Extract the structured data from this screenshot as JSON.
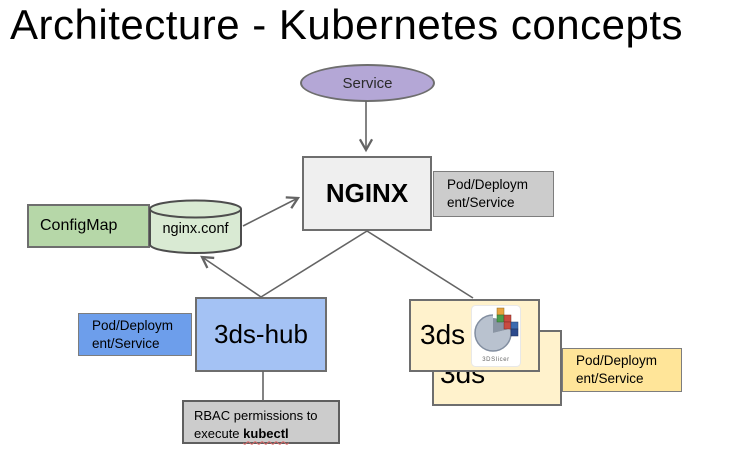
{
  "slide": {
    "title": "Architecture - Kubernetes concepts"
  },
  "nodes": {
    "service": {
      "label": "Service",
      "shape": "ellipse",
      "fill": "#b4a7d6"
    },
    "nginx": {
      "label": "NGINX",
      "shape": "rect",
      "fill": "#efefef"
    },
    "nginx_badge": {
      "line1": "Pod/Deploym",
      "line2": "ent/Service",
      "full_text": "Pod/Deployment/Service",
      "fill": "#cccccc"
    },
    "configmap": {
      "label": "ConfigMap",
      "shape": "rect",
      "fill": "#b6d7a8"
    },
    "nginx_conf": {
      "label": "nginx.conf",
      "shape": "cylinder",
      "fill": "#d9ead3"
    },
    "hub": {
      "label": "3ds-hub",
      "shape": "rect",
      "fill": "#a4c2f4"
    },
    "hub_badge": {
      "line1": "Pod/Deploym",
      "line2": "ent/Service",
      "full_text": "Pod/Deployment/Service",
      "fill": "#6d9eeb"
    },
    "app_front": {
      "label": "3ds",
      "shape": "rect",
      "fill": "#fff2cc"
    },
    "app_back": {
      "label": "3ds",
      "shape": "rect",
      "fill": "#fff2cc"
    },
    "app_badge": {
      "line1": "Pod/Deploym",
      "line2": "ent/Service",
      "full_text": "Pod/Deployment/Service",
      "fill": "#ffe599"
    },
    "rbac": {
      "line1": "RBAC permissions to",
      "line2_prefix": "execute ",
      "line2_bold": "kubectl",
      "fill": "#cccccc"
    },
    "slicer_logo": {
      "caption": "3DSlicer",
      "icon": "3d-slicer-logo"
    }
  },
  "edges": [
    {
      "from": "service",
      "to": "nginx",
      "arrowhead": true
    },
    {
      "from": "nginx_conf",
      "to": "nginx",
      "arrowhead": true
    },
    {
      "from": "hub",
      "to": "nginx_conf",
      "arrowhead": true
    },
    {
      "from": "nginx",
      "to": "hub",
      "arrowhead": false
    },
    {
      "from": "nginx",
      "to": "app_front",
      "arrowhead": false
    },
    {
      "from": "hub",
      "to": "rbac",
      "arrowhead": false
    }
  ],
  "colors": {
    "background": "#ffffff",
    "line": "#646464",
    "box_border": "#6e6e6e",
    "purple": "#b4a7d6",
    "light_gray": "#efefef",
    "gray": "#cccccc",
    "green": "#b6d7a8",
    "pale_green": "#d9ead3",
    "blue": "#a4c2f4",
    "dark_blue": "#6d9eeb",
    "pale_yellow": "#fff2cc",
    "yellow": "#ffe599",
    "squiggle_red": "#e06666"
  }
}
